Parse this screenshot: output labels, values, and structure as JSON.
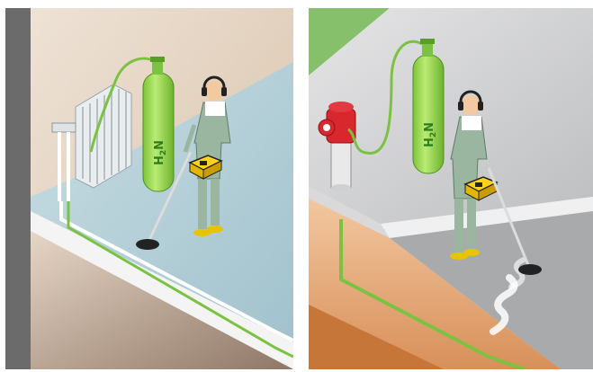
{
  "panels": [
    {
      "id": "indoor-radiator-scene",
      "cylinder_label": {
        "main": "H",
        "sub": "2",
        "tail": "N"
      }
    },
    {
      "id": "outdoor-hydrant-scene",
      "cylinder_label": {
        "main": "H",
        "sub": "2",
        "tail": "N"
      }
    }
  ],
  "colors": {
    "gas_cylinder": "#9fdc4a",
    "gas_label": "#2f7d1a",
    "hose": "#7cc242",
    "detector": "#ffd21a",
    "worker_overalls": "#9ab6a0",
    "worker_boots": "#e8c400",
    "hydrant_red": "#d9272e",
    "floor_indoor": "#b9d3dc",
    "floor_outdoor": "#c8c9cb",
    "soil": "#e8b58a",
    "grass": "#86c06a"
  }
}
